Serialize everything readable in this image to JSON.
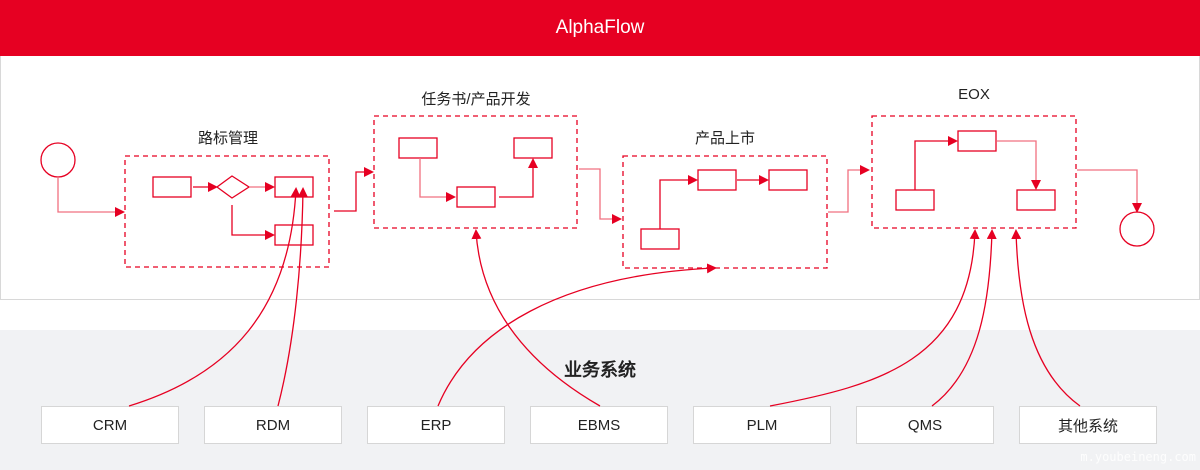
{
  "header": {
    "title": "AlphaFlow"
  },
  "stages": [
    {
      "label": "路标管理"
    },
    {
      "label": "任务书/产品开发"
    },
    {
      "label": "产品上市"
    },
    {
      "label": "EOX"
    }
  ],
  "systems": {
    "title": "业务系统",
    "items": [
      {
        "label": "CRM"
      },
      {
        "label": "RDM"
      },
      {
        "label": "ERP"
      },
      {
        "label": "EBMS"
      },
      {
        "label": "PLM"
      },
      {
        "label": "QMS"
      },
      {
        "label": "其他系统"
      }
    ]
  },
  "colors": {
    "accent": "#e60022",
    "panel_bg": "#f1f2f4",
    "border": "#d6d6d6"
  },
  "watermark": "m.youbeineng.com"
}
